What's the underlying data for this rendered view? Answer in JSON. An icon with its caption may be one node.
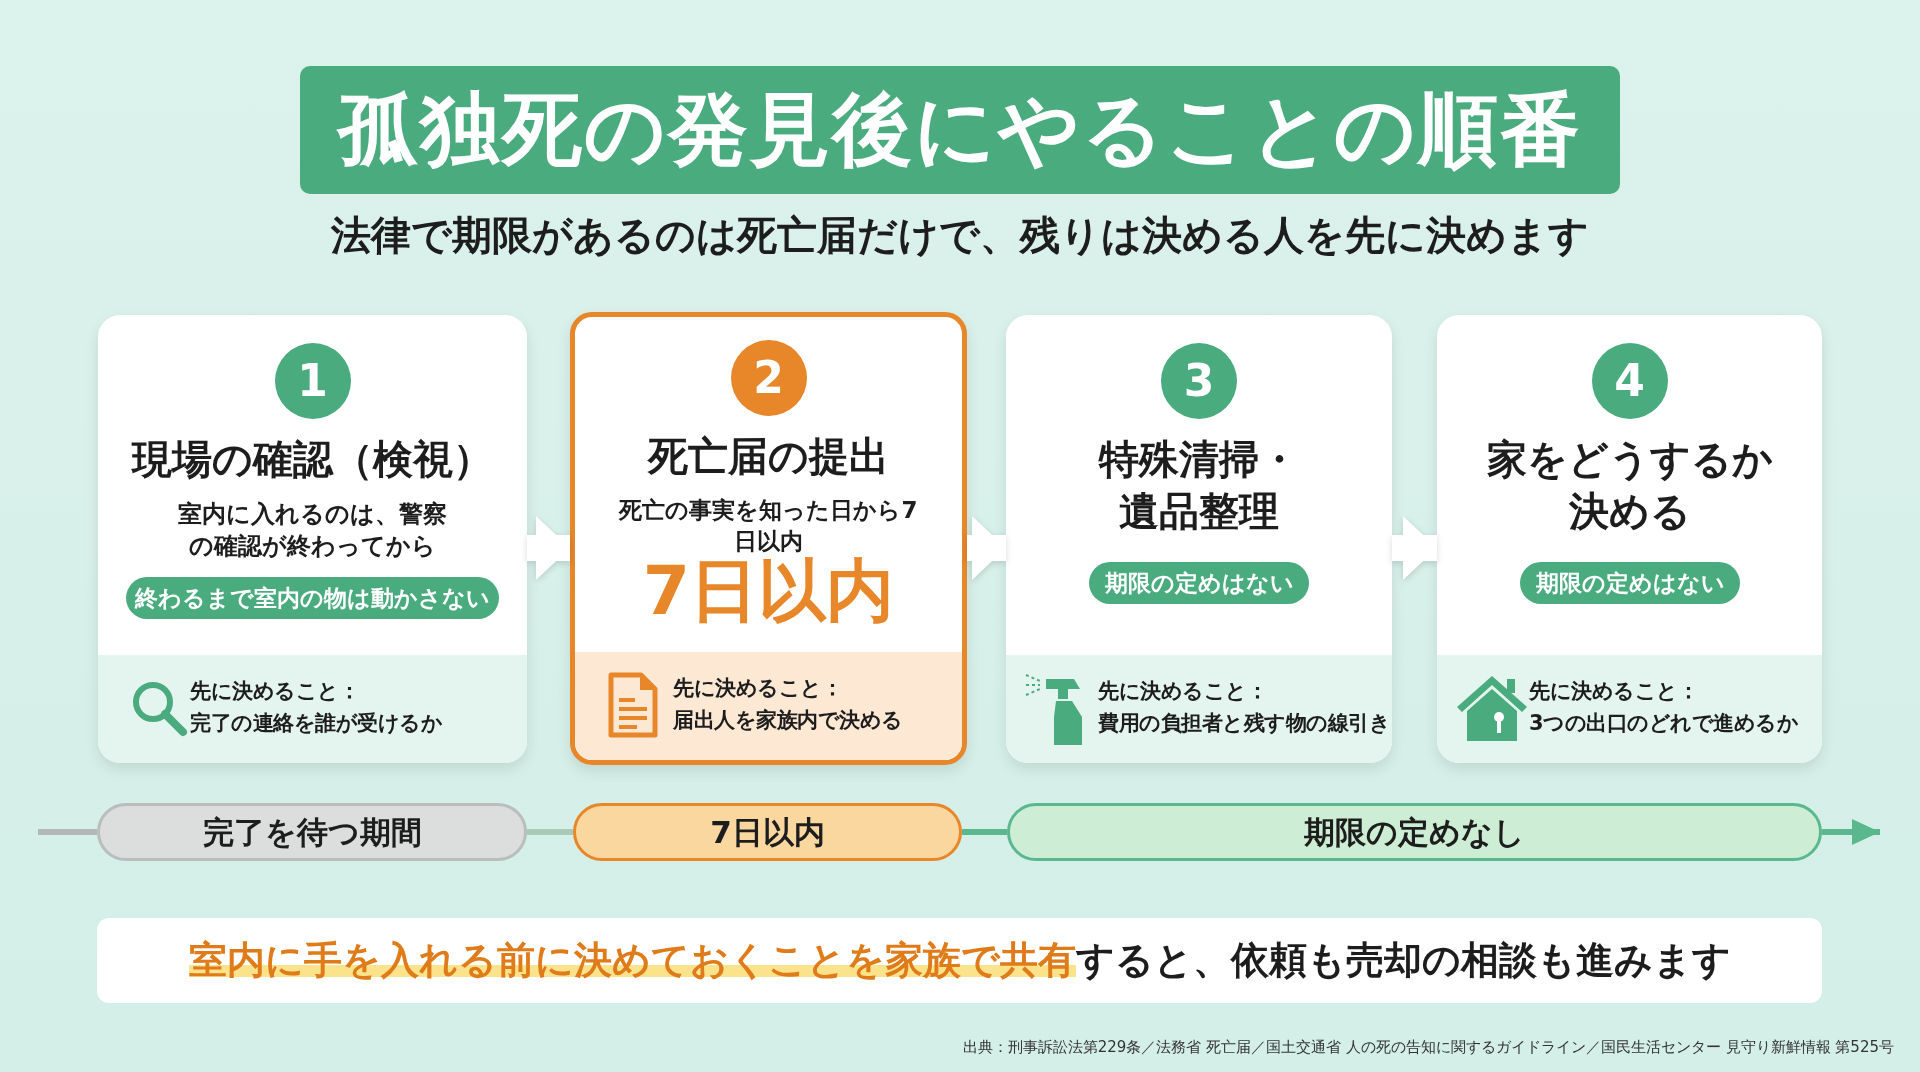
{
  "diagram": {
    "title": "孤独死の発見後にやることの順番",
    "nodes": [
      {
        "text": [
          "1",
          "現場の確認（検視）",
          "室内に入れるのは、警察の確認が終わってから",
          "先に決めること：",
          "完了の連絡を誰が受けるか"
        ]
      },
      {
        "text": [
          "終わるまで室内の物は動かさない"
        ],
        "in": 0
      },
      {
        "text": [
          "2",
          "死亡届の提出",
          "死亡の事実を知った日から7日以内",
          "7日以内",
          "先に決めること：",
          "届出人を家族内で決める"
        ]
      },
      {
        "text": [
          "3",
          "特殊清掃・遺品整理",
          "先に決めること：",
          "費用の負担者と残す物の線引き"
        ]
      },
      {
        "text": [
          "期限の定めはない"
        ],
        "in": 3
      },
      {
        "text": [
          "4",
          "家をどうするか決める",
          "先に決めること：",
          "3つの出口のどれで進めるか"
        ]
      },
      {
        "text": [
          "期限の定めはない"
        ],
        "in": 5
      },
      {
        "text": [
          "完了を待つ期間"
        ]
      },
      {
        "text": [
          "7日以内"
        ]
      },
      {
        "text": [
          "期限の定めなし"
        ]
      },
      {
        "text": [
          "室内に手を入れる前に決めておくことを家族で共有",
          "すると、依頼も売却の相談も進みます"
        ]
      }
    ],
    "edges": [
      {
        "from": 0,
        "to": 2,
        "arrow": "to",
        "style": "thick",
        "color": "#ffffff"
      },
      {
        "from": 2,
        "to": 3,
        "arrow": "to",
        "style": "thick",
        "color": "#ffffff"
      },
      {
        "from": 3,
        "to": 5,
        "arrow": "to",
        "style": "thick",
        "color": "#ffffff"
      },
      {
        "from": null,
        "to": 7,
        "arrow": "none",
        "color": "#b3b8b6"
      },
      {
        "from": 7,
        "to": 8,
        "arrow": "none",
        "color": "#a9c9b9"
      },
      {
        "from": 8,
        "to": 9,
        "arrow": "none",
        "color": "#5bb88e"
      },
      {
        "from": 9,
        "to": null,
        "arrow": "to",
        "color": "#5bb88e"
      }
    ],
    "labels": [
      "法律で期限があるのは死亡届だけで、残りは決める人を先に決めます",
      "出典：刑事訴訟法第229条／法務省 死亡届／国土交通省 人の死の告知に関するガイドライン／国民生活センター 見守り新鮮情報 第525号"
    ]
  }
}
